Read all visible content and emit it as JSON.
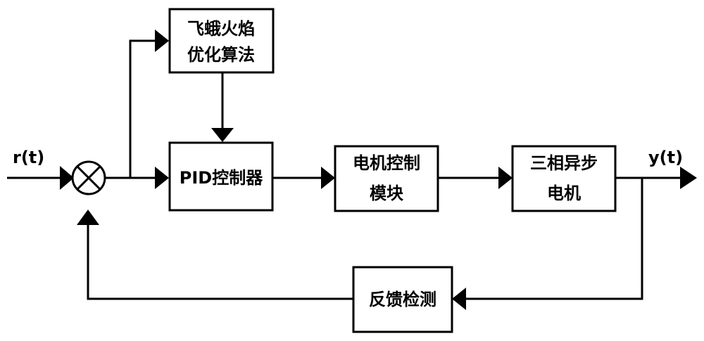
{
  "signals": {
    "input": "r(t)",
    "output": "y(t)"
  },
  "blocks": {
    "optimizer": [
      "飞蛾火焰",
      "优化算法"
    ],
    "pid": [
      "PID控制器"
    ],
    "motor_control": [
      "电机控制",
      "模块"
    ],
    "motor": [
      "三相异步",
      "电机"
    ],
    "feedback": [
      "反馈检测"
    ]
  }
}
